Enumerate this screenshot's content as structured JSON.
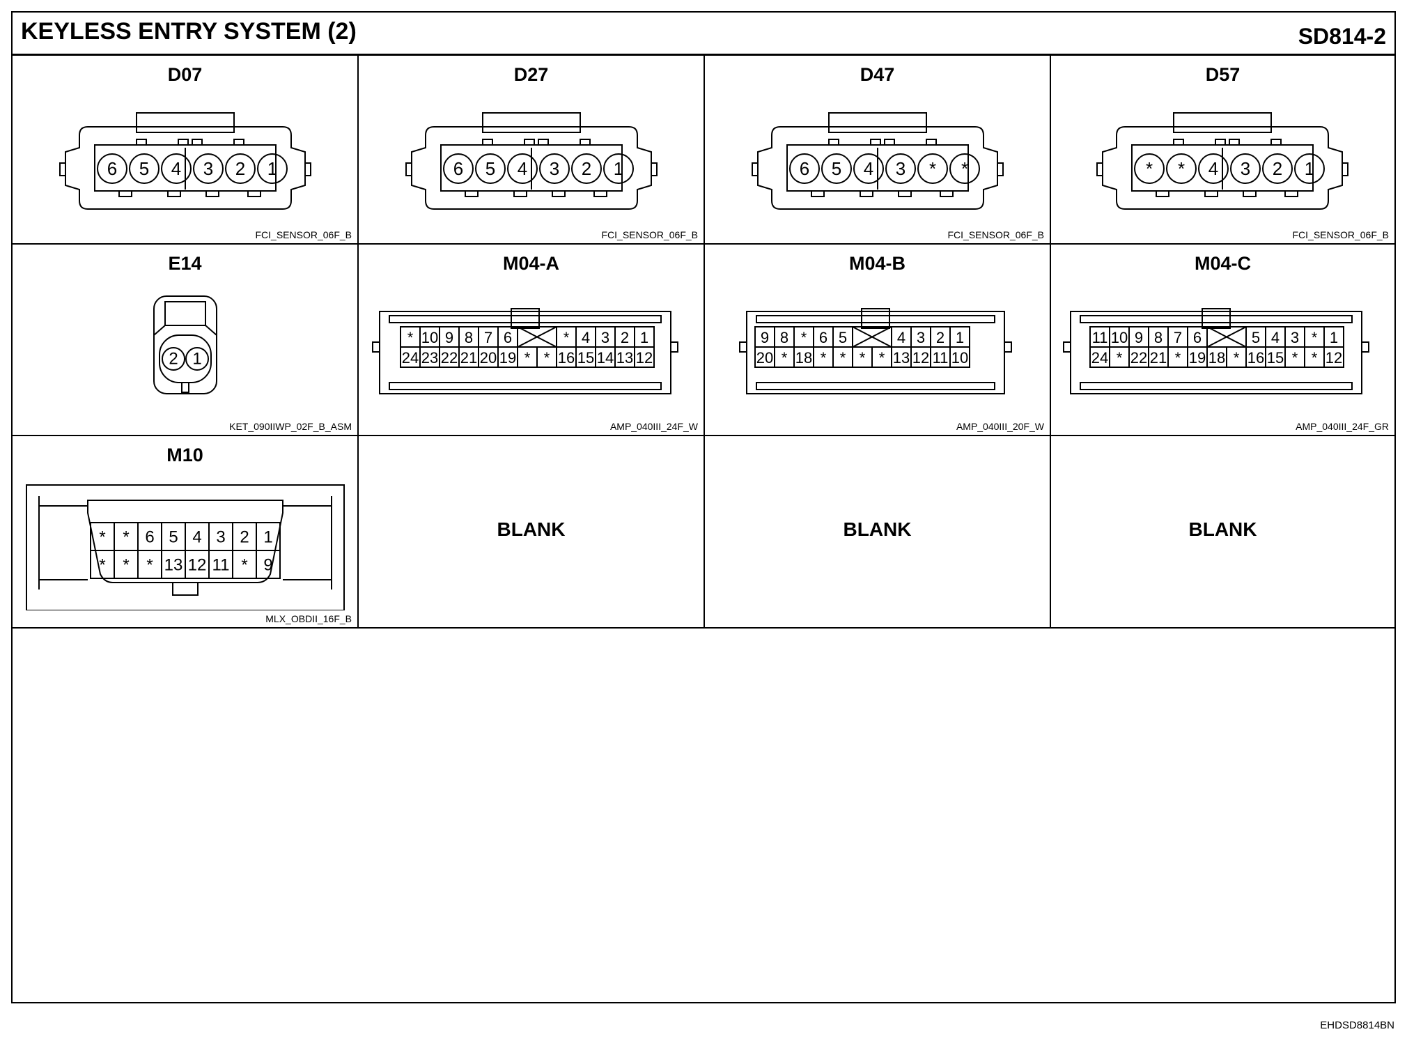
{
  "header": {
    "title": "KEYLESS ENTRY SYSTEM (2)",
    "code": "SD814-2"
  },
  "connectors": [
    {
      "id": "D07",
      "part": "FCI_SENSOR_06F_B",
      "pins": [
        "6",
        "5",
        "4",
        "3",
        "2",
        "1"
      ]
    },
    {
      "id": "D27",
      "part": "FCI_SENSOR_06F_B",
      "pins": [
        "6",
        "5",
        "4",
        "3",
        "2",
        "1"
      ]
    },
    {
      "id": "D47",
      "part": "FCI_SENSOR_06F_B",
      "pins": [
        "6",
        "5",
        "4",
        "3",
        "*",
        "*"
      ]
    },
    {
      "id": "D57",
      "part": "FCI_SENSOR_06F_B",
      "pins": [
        "*",
        "*",
        "4",
        "3",
        "2",
        "1"
      ]
    },
    {
      "id": "E14",
      "part": "KET_090IIWP_02F_B_ASM",
      "pins": [
        "2",
        "1"
      ]
    },
    {
      "id": "M04-A",
      "part": "AMP_040III_24F_W",
      "top": [
        "*",
        "10",
        "9",
        "8",
        "7",
        "6",
        "X",
        "*",
        "4",
        "3",
        "2",
        "1"
      ],
      "bottom": [
        "24",
        "23",
        "22",
        "21",
        "20",
        "19",
        "*",
        "*",
        "16",
        "15",
        "14",
        "13",
        "12"
      ]
    },
    {
      "id": "M04-B",
      "part": "AMP_040III_20F_W",
      "top": [
        "9",
        "8",
        "*",
        "6",
        "5",
        "X",
        "4",
        "3",
        "2",
        "1"
      ],
      "bottom": [
        "20",
        "*",
        "18",
        "*",
        "*",
        "*",
        "*",
        "13",
        "12",
        "11",
        "10"
      ]
    },
    {
      "id": "M04-C",
      "part": "AMP_040III_24F_GR",
      "top": [
        "11",
        "10",
        "9",
        "8",
        "7",
        "6",
        "X",
        "5",
        "4",
        "3",
        "*",
        "1"
      ],
      "bottom": [
        "24",
        "*",
        "22",
        "21",
        "*",
        "19",
        "18",
        "*",
        "16",
        "15",
        "*",
        "*",
        "12"
      ]
    },
    {
      "id": "M10",
      "part": "MLX_OBDII_16F_B",
      "top": [
        "*",
        "*",
        "6",
        "5",
        "4",
        "3",
        "2",
        "1"
      ],
      "bottom": [
        "*",
        "*",
        "*",
        "13",
        "12",
        "11",
        "*",
        "9"
      ]
    }
  ],
  "blanks": [
    "BLANK",
    "BLANK",
    "BLANK"
  ],
  "footer": {
    "code": "EHDSD8814BN"
  }
}
